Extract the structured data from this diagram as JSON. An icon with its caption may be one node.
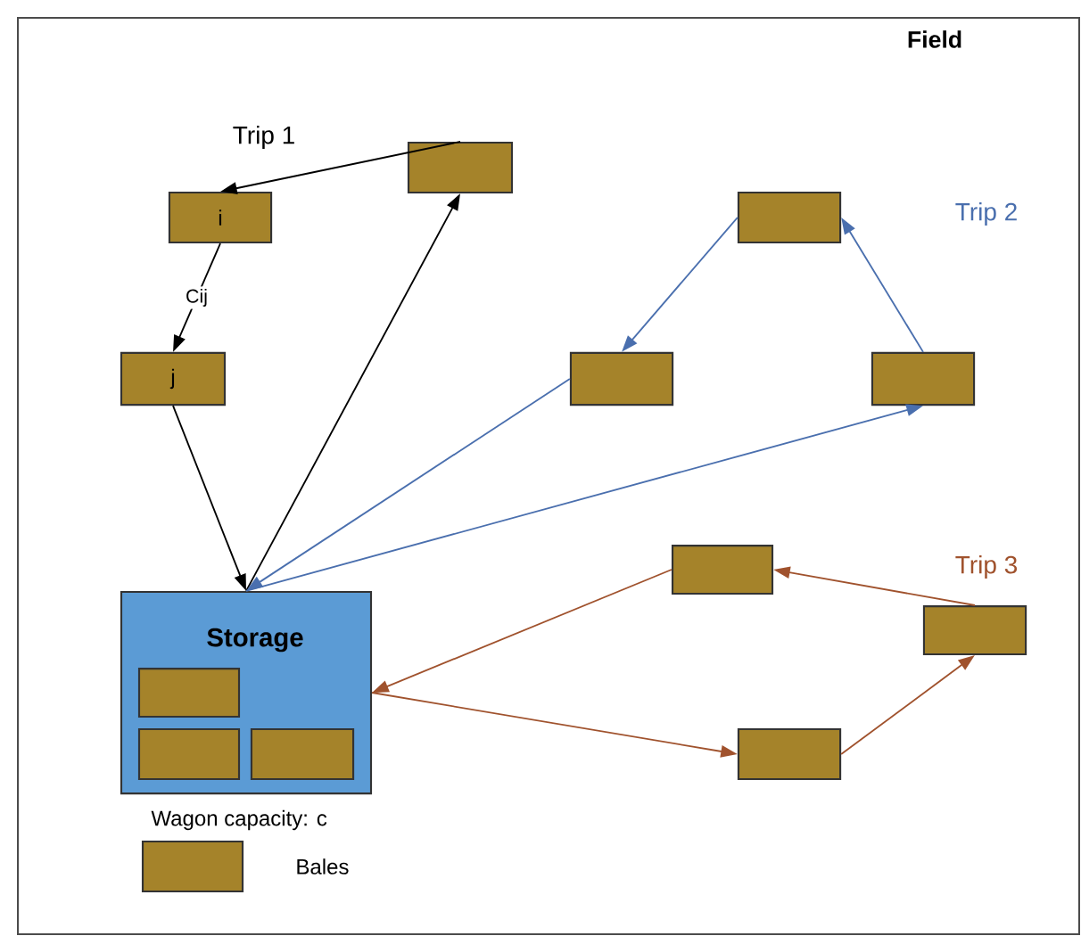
{
  "diagram": {
    "nodes": [
      {
        "text": [
          "Field"
        ]
      },
      {
        "text": [],
        "shape": "box",
        "in": 0
      },
      {
        "text": [
          "i"
        ],
        "in": 0
      },
      {
        "text": [
          "j"
        ],
        "in": 0
      },
      {
        "text": [
          "Storage"
        ],
        "beside": [
          "Wagon capacity: c"
        ],
        "in": 0
      },
      {
        "text": [],
        "shape": "box",
        "in": 4
      },
      {
        "text": [],
        "shape": "box",
        "in": 4
      },
      {
        "text": [],
        "shape": "box",
        "in": 4
      },
      {
        "text": [],
        "shape": "box",
        "in": 0
      },
      {
        "text": [],
        "shape": "box",
        "in": 0
      },
      {
        "text": [],
        "shape": "box",
        "in": 0
      },
      {
        "text": [],
        "shape": "box",
        "in": 0
      },
      {
        "text": [],
        "shape": "box",
        "in": 0
      },
      {
        "text": [],
        "shape": "box",
        "in": 0
      }
    ],
    "edges": [
      {
        "from": 1,
        "to": 2,
        "arrow": "to"
      },
      {
        "from": 2,
        "to": 3,
        "arrow": "to",
        "label": "Cij"
      },
      {
        "from": 3,
        "to": 4,
        "arrow": "to"
      },
      {
        "from": 4,
        "to": 1,
        "arrow": "to"
      },
      {
        "from": 4,
        "to": 10,
        "arrow": "to",
        "color": "#4a6fae"
      },
      {
        "from": 10,
        "to": 8,
        "arrow": "to",
        "color": "#4a6fae"
      },
      {
        "from": 8,
        "to": 9,
        "arrow": "to",
        "color": "#4a6fae"
      },
      {
        "from": 9,
        "to": 4,
        "arrow": "to",
        "color": "#4a6fae"
      },
      {
        "from": 4,
        "to": 13,
        "arrow": "to",
        "color": "#a0522d"
      },
      {
        "from": 13,
        "to": 12,
        "arrow": "to",
        "color": "#a0522d"
      },
      {
        "from": 12,
        "to": 11,
        "arrow": "to",
        "color": "#a0522d"
      },
      {
        "from": 11,
        "to": 4,
        "arrow": "to",
        "color": "#a0522d"
      }
    ],
    "labels": [
      "Trip 1",
      "Trip 2",
      "Trip 3"
    ],
    "legend": [
      {
        "text": "Bales",
        "color": "#a5832a"
      }
    ]
  }
}
